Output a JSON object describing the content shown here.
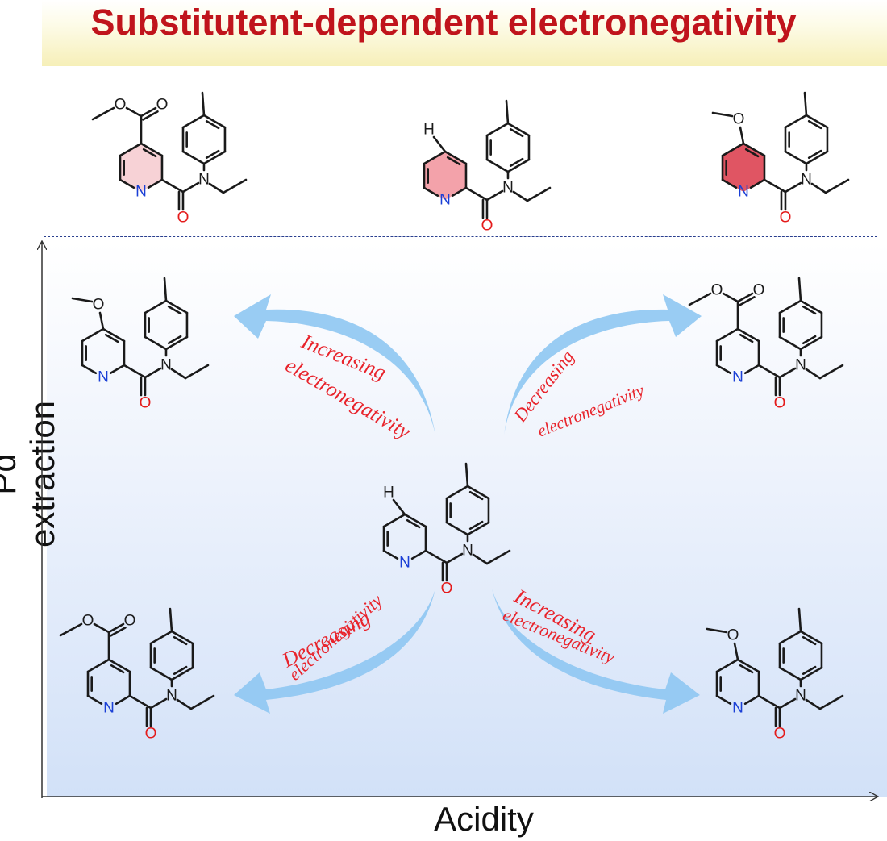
{
  "title": "Substitutent-dependent electronegativity",
  "axes": {
    "y_label": "Pd extraction",
    "x_label": "Acidity"
  },
  "atoms": {
    "nitrogen": "N",
    "oxygen": "O",
    "hydrogen": "H"
  },
  "arrow_labels": {
    "upper_left": [
      "Increasing",
      "electronegativity"
    ],
    "upper_right": [
      "Decreasing",
      "electronegativity"
    ],
    "lower_left": [
      "Decreasing",
      "electronegativity"
    ],
    "lower_right": [
      "Increasing",
      "electronegativity"
    ]
  },
  "colors": {
    "title": "#c0141c",
    "arrow": "#8ec6f2",
    "arrow_text": "#e8242c",
    "ring_highlight_ester": "#f7d2d6",
    "ring_highlight_h": "#f3a2aa",
    "ring_highlight_methoxy": "#e05563",
    "nitrogen": "#1a3fd6",
    "oxygen": "#e41a1a"
  }
}
